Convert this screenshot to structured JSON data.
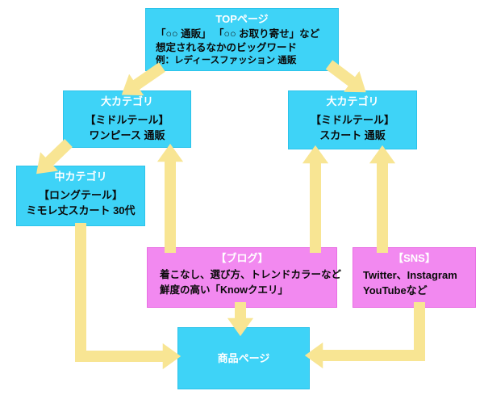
{
  "diagram": {
    "boxes": {
      "top": {
        "title": "TOPページ",
        "line1": "「○○ 通販」 「○○ お取り寄せ」など",
        "line2": "想定されるなかのビッグワード",
        "example": "例：レディースファッション 通販"
      },
      "large_category_left": {
        "title": "大カテゴリ",
        "line1": "【ミドルテール】",
        "line2": "ワンピース 通販"
      },
      "large_category_right": {
        "title": "大カテゴリ",
        "line1": "【ミドルテール】",
        "line2": "スカート 通販"
      },
      "middle_category": {
        "title": "中カテゴリ",
        "line1": "【ロングテール】",
        "line2": "ミモレ丈スカート 30代"
      },
      "blog": {
        "title": "【ブログ】",
        "line1": "着こなし、選び方、トレンドカラーなど",
        "line2": "鮮度の高い「Knowクエリ」"
      },
      "sns": {
        "title": "【SNS】",
        "line1": "Twitter、Instagram",
        "line2": "YouTubeなど"
      },
      "product": {
        "title": "商品ページ"
      }
    },
    "colors": {
      "cyan": "#3ed3f7",
      "cyan_border": "#2cc3ea",
      "pink": "#f289f0",
      "pink_border": "#e96fe3",
      "arrow_yellow": "#f8e593",
      "title_text": "#ffffff",
      "body_text": "#0a0a0a"
    }
  }
}
